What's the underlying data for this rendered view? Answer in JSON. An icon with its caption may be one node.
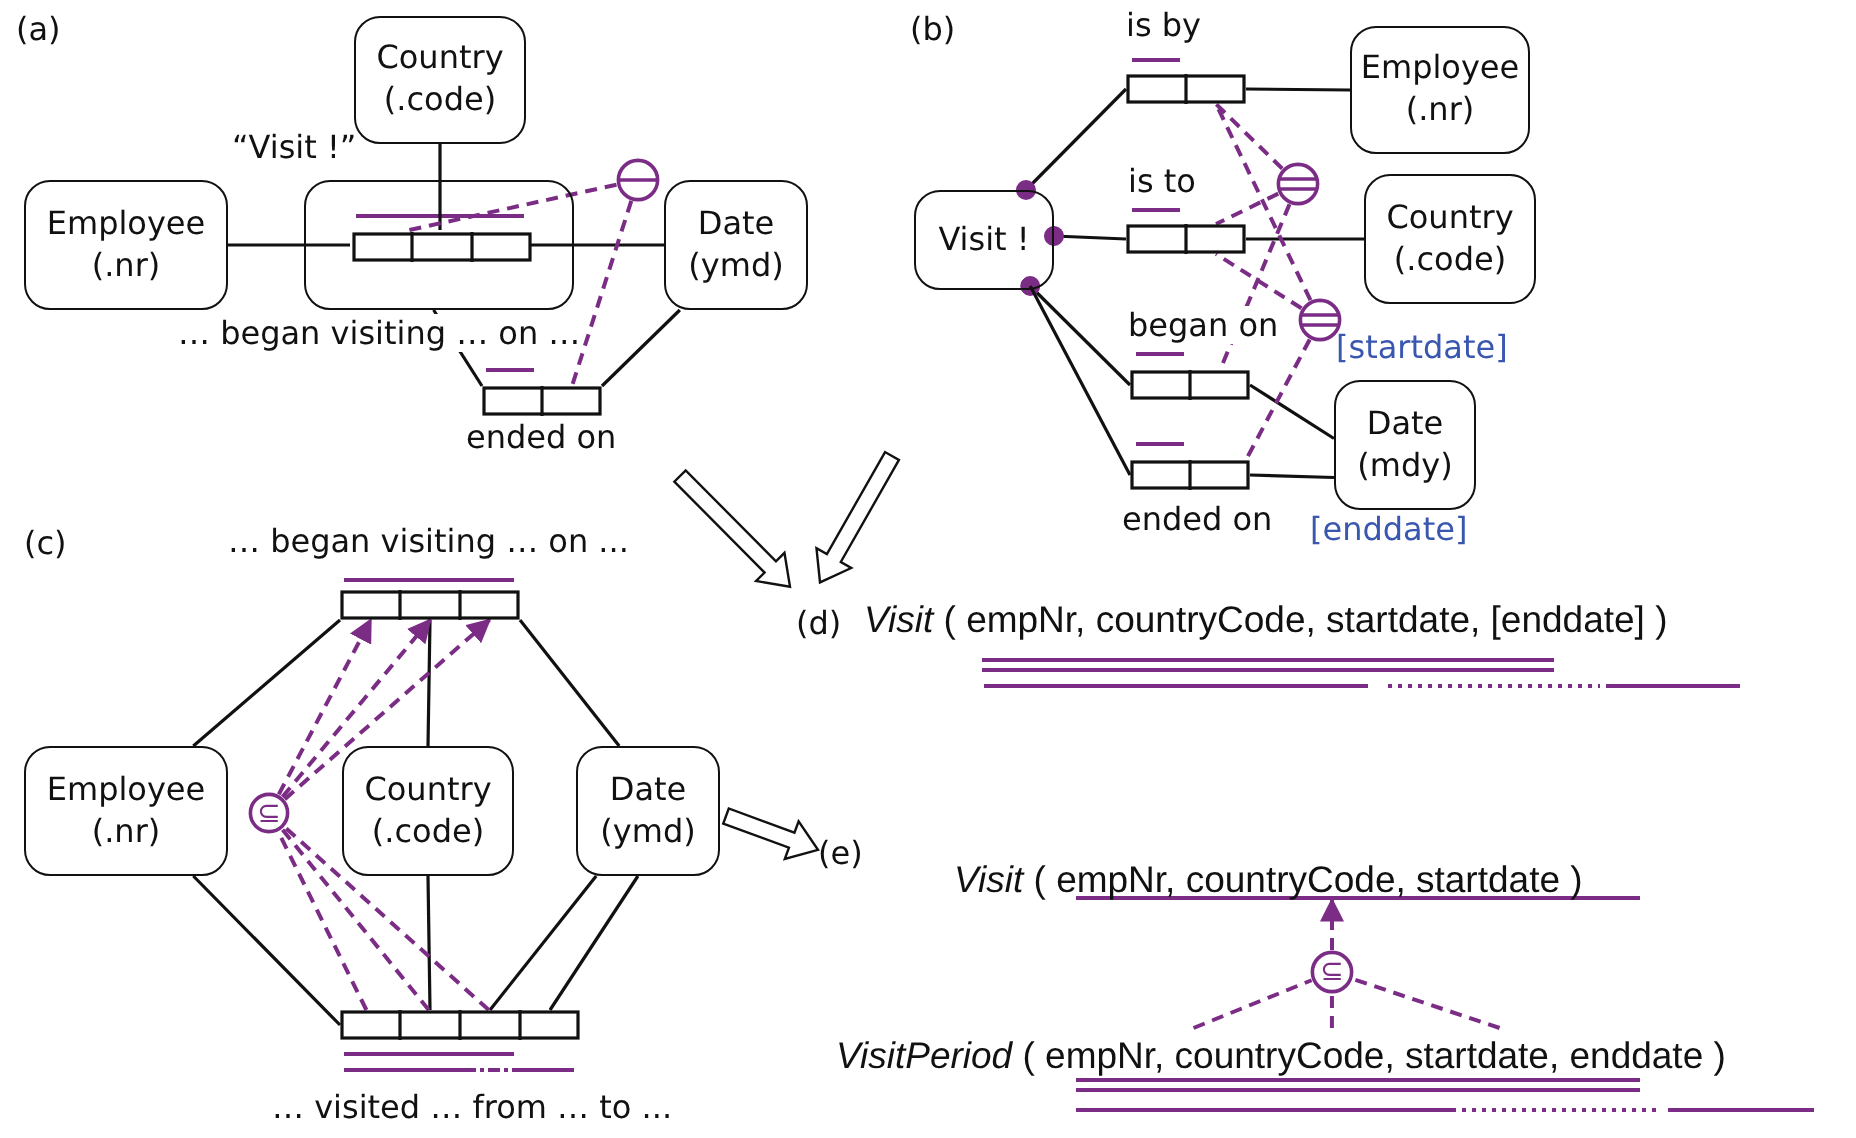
{
  "diagram": {
    "nodes": [
      {
        "text": [
          "Country (.code)"
        ]
      },
      {
        "text": [
          "“Visit !”"
        ],
        "beside": [
          "… began visiting … on …"
        ]
      },
      {
        "text": [],
        "shape": "box",
        "in": 1
      },
      {
        "text": [
          "Employee (.nr)"
        ]
      },
      {
        "text": [
          "Date (ymd)"
        ]
      },
      {
        "text": [],
        "shape": "box",
        "beside": [
          "ended on"
        ]
      },
      {
        "text": [],
        "shape": "circle"
      },
      {
        "text": [
          "Visit !"
        ]
      },
      {
        "text": [],
        "shape": "box",
        "beside": [
          "is by"
        ]
      },
      {
        "text": [],
        "shape": "box",
        "beside": [
          "is to"
        ]
      },
      {
        "text": [],
        "shape": "box",
        "beside": [
          "began on"
        ]
      },
      {
        "text": [],
        "shape": "box",
        "beside": [
          "ended on"
        ]
      },
      {
        "text": [
          "Employee (.nr)"
        ]
      },
      {
        "text": [
          "Country (.code)"
        ]
      },
      {
        "text": [
          "Date (mdy)"
        ]
      },
      {
        "text": [],
        "shape": "circle"
      },
      {
        "text": [],
        "shape": "circle"
      },
      {
        "text": [],
        "shape": "box",
        "beside": [
          "… began visiting … on ..."
        ]
      },
      {
        "text": [
          "Employee (.nr)"
        ]
      },
      {
        "text": [
          "Country (.code)"
        ]
      },
      {
        "text": [
          "Date (ymd)"
        ]
      },
      {
        "text": [
          "⊆"
        ]
      },
      {
        "text": [],
        "shape": "box",
        "beside": [
          "… visited … from … to ..."
        ]
      },
      {
        "text": [
          "*Visit* ( empNr, countryCode, startdate )"
        ]
      },
      {
        "text": [
          "*VisitPeriod* ( empNr, countryCode, startdate, enddate )"
        ]
      },
      {
        "text": [
          "⊆"
        ]
      },
      {
        "text": [
          "(d)"
        ]
      },
      {
        "text": [
          "(e)"
        ]
      }
    ],
    "edges": [
      {
        "from": 3,
        "to": 2,
        "arrow": "none"
      },
      {
        "from": 0,
        "to": 2,
        "arrow": "none"
      },
      {
        "from": 2,
        "to": 4,
        "arrow": "none"
      },
      {
        "from": 1,
        "to": 5,
        "arrow": "none"
      },
      {
        "from": 5,
        "to": 4,
        "arrow": "none"
      },
      {
        "from": 6,
        "to": 2,
        "arrow": "none",
        "style": "dashed",
        "color": "#7b2d85"
      },
      {
        "from": 6,
        "to": 5,
        "arrow": "none",
        "style": "dashed",
        "color": "#7b2d85"
      },
      {
        "from": 7,
        "to": 8,
        "arrow": "other"
      },
      {
        "from": 7,
        "to": 9,
        "arrow": "other"
      },
      {
        "from": 7,
        "to": 10,
        "arrow": "other"
      },
      {
        "from": 7,
        "to": 11,
        "arrow": "none"
      },
      {
        "from": 8,
        "to": 12,
        "arrow": "none"
      },
      {
        "from": 9,
        "to": 13,
        "arrow": "none"
      },
      {
        "from": 10,
        "to": 14,
        "arrow": "none"
      },
      {
        "from": 11,
        "to": 14,
        "arrow": "none"
      },
      {
        "from": 15,
        "to": 8,
        "arrow": "none",
        "style": "dashed",
        "color": "#7b2d85"
      },
      {
        "from": 15,
        "to": 9,
        "arrow": "none",
        "style": "dashed",
        "color": "#7b2d85"
      },
      {
        "from": 15,
        "to": 10,
        "arrow": "none",
        "style": "dashed",
        "color": "#7b2d85"
      },
      {
        "from": 16,
        "to": 8,
        "arrow": "none",
        "style": "dashed",
        "color": "#7b2d85"
      },
      {
        "from": 16,
        "to": 9,
        "arrow": "none",
        "style": "dashed",
        "color": "#7b2d85"
      },
      {
        "from": 16,
        "to": 11,
        "arrow": "none",
        "style": "dashed",
        "color": "#7b2d85"
      },
      {
        "from": 18,
        "to": 17,
        "arrow": "none"
      },
      {
        "from": 19,
        "to": 17,
        "arrow": "none"
      },
      {
        "from": 20,
        "to": 17,
        "arrow": "none"
      },
      {
        "from": 18,
        "to": 22,
        "arrow": "none"
      },
      {
        "from": 19,
        "to": 22,
        "arrow": "none"
      },
      {
        "from": 20,
        "to": 22,
        "arrow": "none"
      },
      {
        "from": 20,
        "to": 22,
        "arrow": "none"
      },
      {
        "from": 21,
        "to": 17,
        "arrow": "to",
        "style": "dashed",
        "color": "#7b2d85"
      },
      {
        "from": 21,
        "to": 17,
        "arrow": "to",
        "style": "dashed",
        "color": "#7b2d85"
      },
      {
        "from": 21,
        "to": 17,
        "arrow": "to",
        "style": "dashed",
        "color": "#7b2d85"
      },
      {
        "from": 22,
        "to": 21,
        "arrow": "none",
        "style": "dashed",
        "color": "#7b2d85"
      },
      {
        "from": 22,
        "to": 21,
        "arrow": "none",
        "style": "dashed",
        "color": "#7b2d85"
      },
      {
        "from": 22,
        "to": 21,
        "arrow": "none",
        "style": "dashed",
        "color": "#7b2d85"
      },
      {
        "from": 25,
        "to": 23,
        "arrow": "to",
        "style": "dashed",
        "color": "#7b2d85"
      },
      {
        "from": 24,
        "to": 25,
        "arrow": "none",
        "style": "dashed",
        "color": "#7b2d85"
      },
      {
        "from": 24,
        "to": 25,
        "arrow": "none",
        "style": "dashed",
        "color": "#7b2d85"
      },
      {
        "from": 24,
        "to": 25,
        "arrow": "none",
        "style": "dashed",
        "color": "#7b2d85"
      },
      {
        "from": null,
        "to": 26,
        "arrow": "to",
        "style": "thick"
      },
      {
        "from": null,
        "to": 26,
        "arrow": "to",
        "style": "thick"
      },
      {
        "from": null,
        "to": 27,
        "arrow": "to",
        "style": "thick"
      }
    ],
    "labels": [
      "(a)",
      "(b)",
      "[startdate]",
      "[enddate]",
      "(c)",
      "*Visit* ( empNr, countryCode, startdate, [enddate] )"
    ]
  }
}
